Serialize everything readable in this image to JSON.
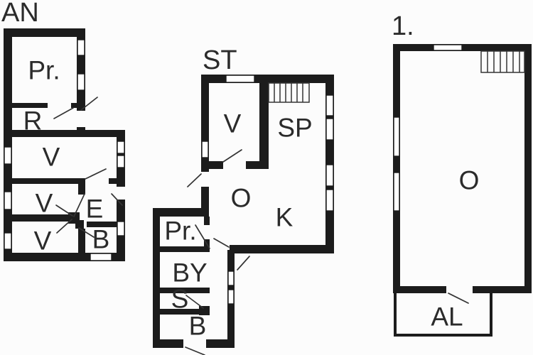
{
  "palette": {
    "background": "#fcfcfc",
    "wall": "#1c1c1c",
    "label": "#2b2b2b",
    "thin_line": "#343434"
  },
  "plans": [
    {
      "title": "AN",
      "rooms": [
        "Pr.",
        "R",
        "V",
        "V",
        "E",
        "V",
        "B"
      ]
    },
    {
      "title": "ST",
      "rooms": [
        "V",
        "SP",
        "O",
        "K",
        "Pr.",
        "BY",
        "S",
        "B"
      ]
    },
    {
      "title": "1.",
      "rooms": [
        "O",
        "AL"
      ]
    }
  ]
}
